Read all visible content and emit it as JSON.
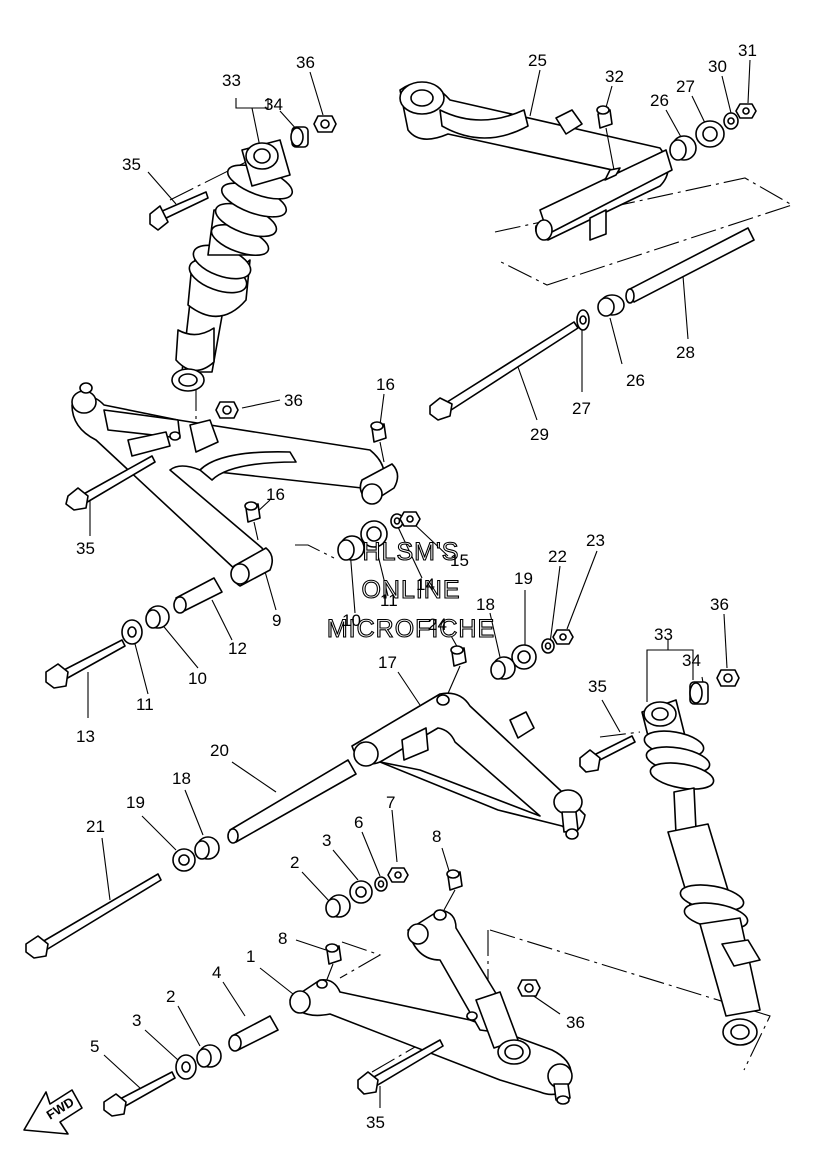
{
  "diagram": {
    "watermark": [
      "HLSM'S",
      "ONLINE",
      "MICROFICHE"
    ],
    "direction_label": "FWD",
    "callouts": [
      {
        "id": "c33a",
        "text": "33"
      },
      {
        "id": "c36a",
        "text": "36"
      },
      {
        "id": "c34a",
        "text": "34"
      },
      {
        "id": "c35a",
        "text": "35"
      },
      {
        "id": "c25",
        "text": "25"
      },
      {
        "id": "c32",
        "text": "32"
      },
      {
        "id": "c30",
        "text": "30"
      },
      {
        "id": "c31",
        "text": "31"
      },
      {
        "id": "c27a",
        "text": "27"
      },
      {
        "id": "c26a",
        "text": "26"
      },
      {
        "id": "c28",
        "text": "28"
      },
      {
        "id": "c26b",
        "text": "26"
      },
      {
        "id": "c27b",
        "text": "27"
      },
      {
        "id": "c29",
        "text": "29"
      },
      {
        "id": "c16a",
        "text": "16"
      },
      {
        "id": "c36b",
        "text": "36"
      },
      {
        "id": "c35b",
        "text": "35"
      },
      {
        "id": "c16b",
        "text": "16"
      },
      {
        "id": "c15",
        "text": "15"
      },
      {
        "id": "c14",
        "text": "14"
      },
      {
        "id": "c11a",
        "text": "11"
      },
      {
        "id": "c10a",
        "text": "10"
      },
      {
        "id": "c9",
        "text": "9"
      },
      {
        "id": "c12",
        "text": "12"
      },
      {
        "id": "c10b",
        "text": "10"
      },
      {
        "id": "c11b",
        "text": "11"
      },
      {
        "id": "c13",
        "text": "13"
      },
      {
        "id": "c23",
        "text": "23"
      },
      {
        "id": "c22",
        "text": "22"
      },
      {
        "id": "c19a",
        "text": "19"
      },
      {
        "id": "c18a",
        "text": "18"
      },
      {
        "id": "c24",
        "text": "24"
      },
      {
        "id": "c17",
        "text": "17"
      },
      {
        "id": "c36c",
        "text": "36"
      },
      {
        "id": "c33b",
        "text": "33"
      },
      {
        "id": "c34b",
        "text": "34"
      },
      {
        "id": "c35c",
        "text": "35"
      },
      {
        "id": "c20",
        "text": "20"
      },
      {
        "id": "c18b",
        "text": "18"
      },
      {
        "id": "c19b",
        "text": "19"
      },
      {
        "id": "c21",
        "text": "21"
      },
      {
        "id": "c7",
        "text": "7"
      },
      {
        "id": "c6",
        "text": "6"
      },
      {
        "id": "c3a",
        "text": "3"
      },
      {
        "id": "c8a",
        "text": "8"
      },
      {
        "id": "c2a",
        "text": "2"
      },
      {
        "id": "c8b",
        "text": "8"
      },
      {
        "id": "c4",
        "text": "4"
      },
      {
        "id": "c1",
        "text": "1"
      },
      {
        "id": "c2b",
        "text": "2"
      },
      {
        "id": "c3b",
        "text": "3"
      },
      {
        "id": "c5",
        "text": "5"
      },
      {
        "id": "c36d",
        "text": "36"
      },
      {
        "id": "c35d",
        "text": "35"
      }
    ]
  }
}
